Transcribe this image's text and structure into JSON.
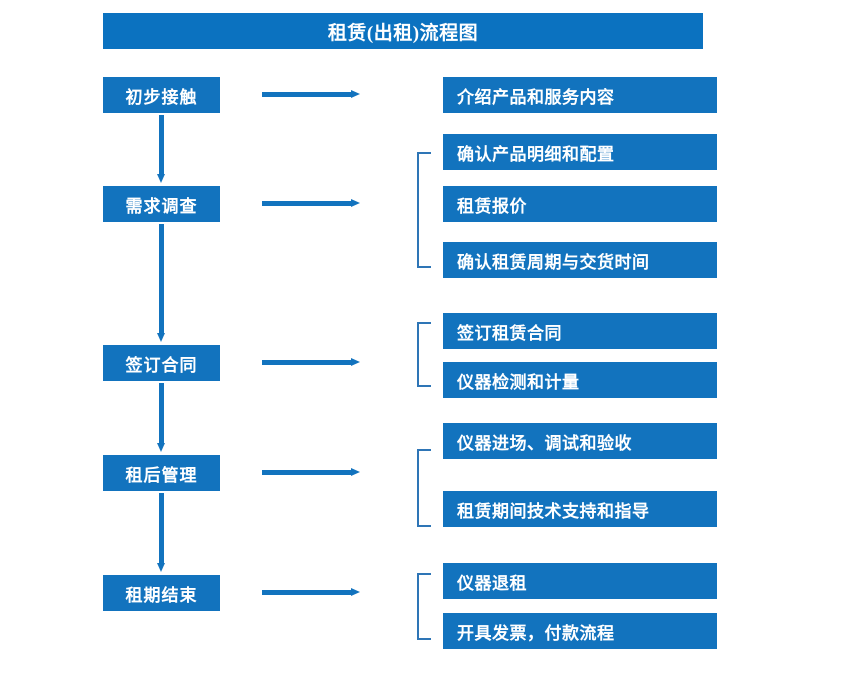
{
  "diagram": {
    "title": "租赁(出租)流程图",
    "colors": {
      "title_bar": "#0B72C0",
      "box": "#1273BE",
      "arrow": "#1273BE",
      "bracket": "#2E75B6",
      "box_text": "#FFFFFF",
      "background": "#FFFFFF"
    },
    "stages": [
      {
        "id": "stage-1",
        "label": "初步接触"
      },
      {
        "id": "stage-2",
        "label": "需求调查"
      },
      {
        "id": "stage-3",
        "label": "签订合同"
      },
      {
        "id": "stage-4",
        "label": "租后管理"
      },
      {
        "id": "stage-5",
        "label": "租期结束"
      }
    ],
    "detail_groups": [
      {
        "id": "group-1",
        "stage": "初步接触",
        "bracketed": false,
        "items": [
          {
            "id": "detail-1-1",
            "label": "介绍产品和服务内容"
          }
        ]
      },
      {
        "id": "group-2",
        "stage": "需求调查",
        "bracketed": true,
        "items": [
          {
            "id": "detail-2-1",
            "label": "确认产品明细和配置"
          },
          {
            "id": "detail-2-2",
            "label": "租赁报价"
          },
          {
            "id": "detail-2-3",
            "label": "确认租赁周期与交货时间"
          }
        ]
      },
      {
        "id": "group-3",
        "stage": "签订合同",
        "bracketed": true,
        "items": [
          {
            "id": "detail-3-1",
            "label": "签订租赁合同"
          },
          {
            "id": "detail-3-2",
            "label": "仪器检测和计量"
          }
        ]
      },
      {
        "id": "group-4",
        "stage": "租后管理",
        "bracketed": true,
        "items": [
          {
            "id": "detail-4-1",
            "label": "仪器进场、调试和验收"
          },
          {
            "id": "detail-4-2",
            "label": "租赁期间技术支持和指导"
          }
        ]
      },
      {
        "id": "group-5",
        "stage": "租期结束",
        "bracketed": true,
        "items": [
          {
            "id": "detail-5-1",
            "label": "仪器退租"
          },
          {
            "id": "detail-5-2",
            "label": "开具发票，付款流程"
          }
        ]
      }
    ]
  }
}
